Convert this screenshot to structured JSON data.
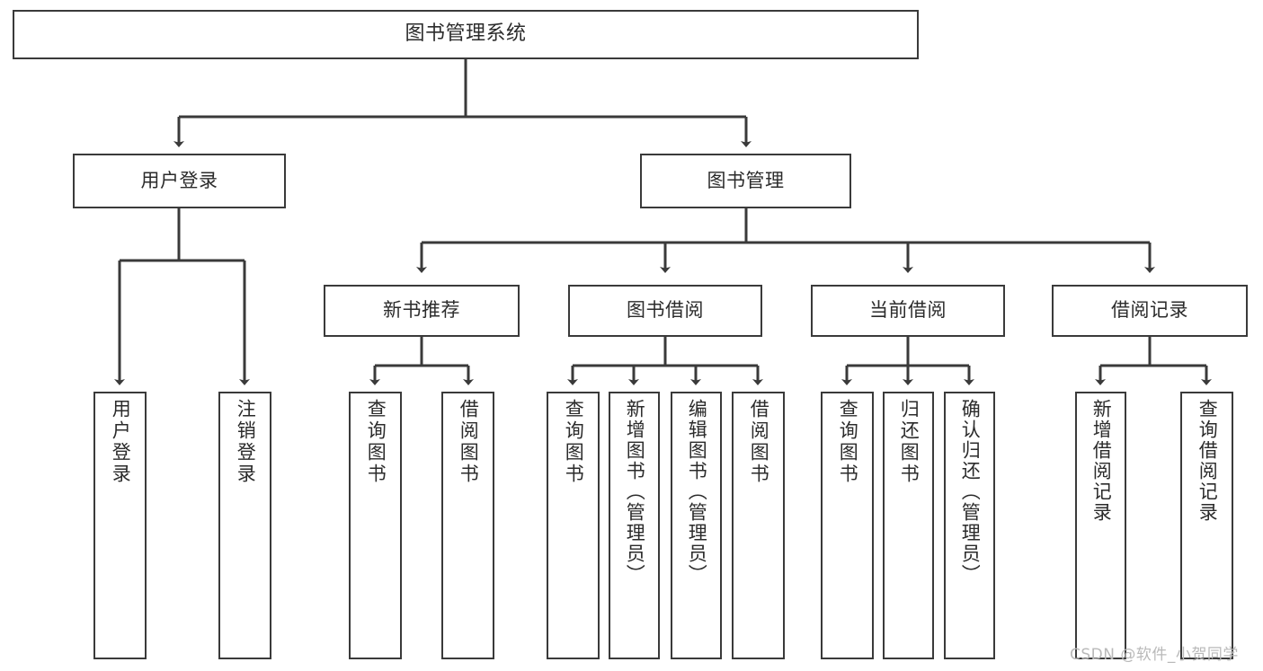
{
  "diagram": {
    "title": "图书管理系统",
    "type": "tree",
    "watermark": "CSDN @软件_小贺同学",
    "colors": {
      "stroke": "#3a3a3a",
      "text": "#2b2b2b",
      "background": "#ffffff",
      "watermark": "#b9b9b9"
    },
    "root": {
      "label": "图书管理系统"
    },
    "level1": [
      {
        "label": "用户登录"
      },
      {
        "label": "图书管理"
      }
    ],
    "level2": [
      {
        "label": "新书推荐"
      },
      {
        "label": "图书借阅"
      },
      {
        "label": "当前借阅"
      },
      {
        "label": "借阅记录"
      }
    ],
    "leaves": {
      "user_login": [
        {
          "label": "用户登录"
        },
        {
          "label": "注销登录"
        }
      ],
      "new_book_recommend": [
        {
          "label": "查询图书"
        },
        {
          "label": "借阅图书"
        }
      ],
      "book_borrow": [
        {
          "label": "查询图书"
        },
        {
          "label": "新增图书（管理员）"
        },
        {
          "label": "编辑图书（管理员）"
        },
        {
          "label": "借阅图书"
        }
      ],
      "current_borrow": [
        {
          "label": "查询图书"
        },
        {
          "label": "归还图书"
        },
        {
          "label": "确认归还（管理员）"
        }
      ],
      "borrow_record": [
        {
          "label": "新增借阅记录"
        },
        {
          "label": "查询借阅记录"
        }
      ]
    }
  }
}
